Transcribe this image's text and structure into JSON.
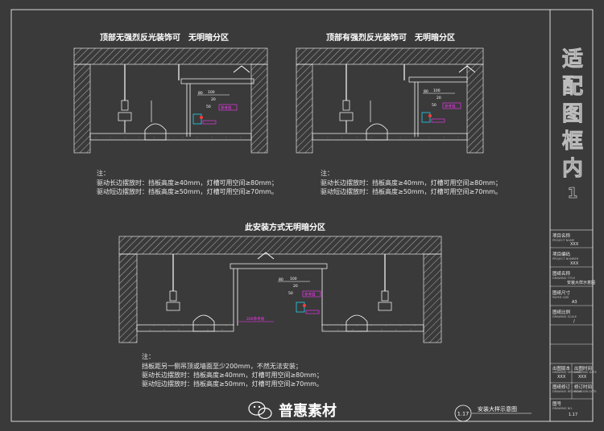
{
  "colors": {
    "background": "#3a3a3a",
    "lines": "#ffffff",
    "accent_magenta": "#ff33ff",
    "accent_cyan": "#22d3ee",
    "accent_red": "#ff3b3b",
    "logo_green": "#1aad19"
  },
  "detail_top_left": {
    "title": "顶部无强烈反光装饰可　无明暗分区",
    "dim_100": "100",
    "dim_20": "20",
    "dim_50": "50",
    "dim_80": "80",
    "tag": "参考值"
  },
  "detail_top_right": {
    "title": "顶部有强烈反光装饰可　无明暗分区",
    "dim_100": "100",
    "dim_20": "20",
    "dim_50": "50",
    "dim_80": "80",
    "tag": "参考值"
  },
  "notes_top": {
    "heading": "注：",
    "line1": "驱动长边摆放时：挡板高度≥40mm，灯槽可用空间≥80mm；",
    "line2": "驱动短边摆放时：挡板高度≥50mm，灯槽可用空间≥70mm。"
  },
  "notes_top_right": {
    "heading": "注：",
    "line1": "驱动长边摆放时：挡板高度≥40mm，灯槽可用空间≥80mm；",
    "line2": "驱动短边摆放时：挡板高度≥50mm，灯槽可用空间≥70mm。"
  },
  "detail_bottom": {
    "title": "此安装方式无明暗分区",
    "dim_100": "100",
    "dim_20": "20",
    "dim_50": "50",
    "dim_80": "80",
    "tag": "参考值",
    "dim_200": "200参考值"
  },
  "notes_bottom": {
    "heading": "注：",
    "line1": "挡板距另一侧吊顶或墙面至少200mm，不然无法安装；",
    "line2": "驱动长边摆放时：挡板高度≥40mm，灯槽可用空间≥80mm；",
    "line3": "驱动短边摆放时：挡板高度≥50mm，灯槽可用空间≥70mm。"
  },
  "side_watermark": [
    "适",
    "配",
    "图",
    "框",
    "内",
    "1"
  ],
  "title_block": {
    "project_name_label": "项目名称",
    "project_name_sub": "PROJECT NAME",
    "project_name_value": "XXX",
    "project_number_label": "项目编码",
    "project_number_sub": "PROJECT NUMBER",
    "project_number_value": "XXX",
    "drawing_title_label": "图纸名称",
    "drawing_title_sub": "DRAWING TITLE",
    "drawing_title_value": "安装大样示意图",
    "paper_size_label": "图纸尺寸",
    "paper_size_sub": "PAPER SIZE",
    "paper_size_value": "A3",
    "scale_label": "图纸比例",
    "scale_sub": "DRAWING SCALE",
    "scale_value": "/",
    "version_label": "出图版本",
    "version_sub": "DRAWING VERSION",
    "version_value": "XXX",
    "date_label": "出图时间",
    "date_sub": "DRAWING DATE",
    "date_value": "XXX",
    "revision_label": "图纸修订",
    "revision_sub": "DRAWING REVISION",
    "revision_label2": "修订时间",
    "revision_sub2": "REVISION DATE",
    "drawing_no_label": "图号",
    "drawing_no_sub": "DRAWING NO.",
    "drawing_no_value": "1.17"
  },
  "footer": {
    "badge": "1.17",
    "caption": "安装大样示意图",
    "logo_text": "普惠素材"
  }
}
